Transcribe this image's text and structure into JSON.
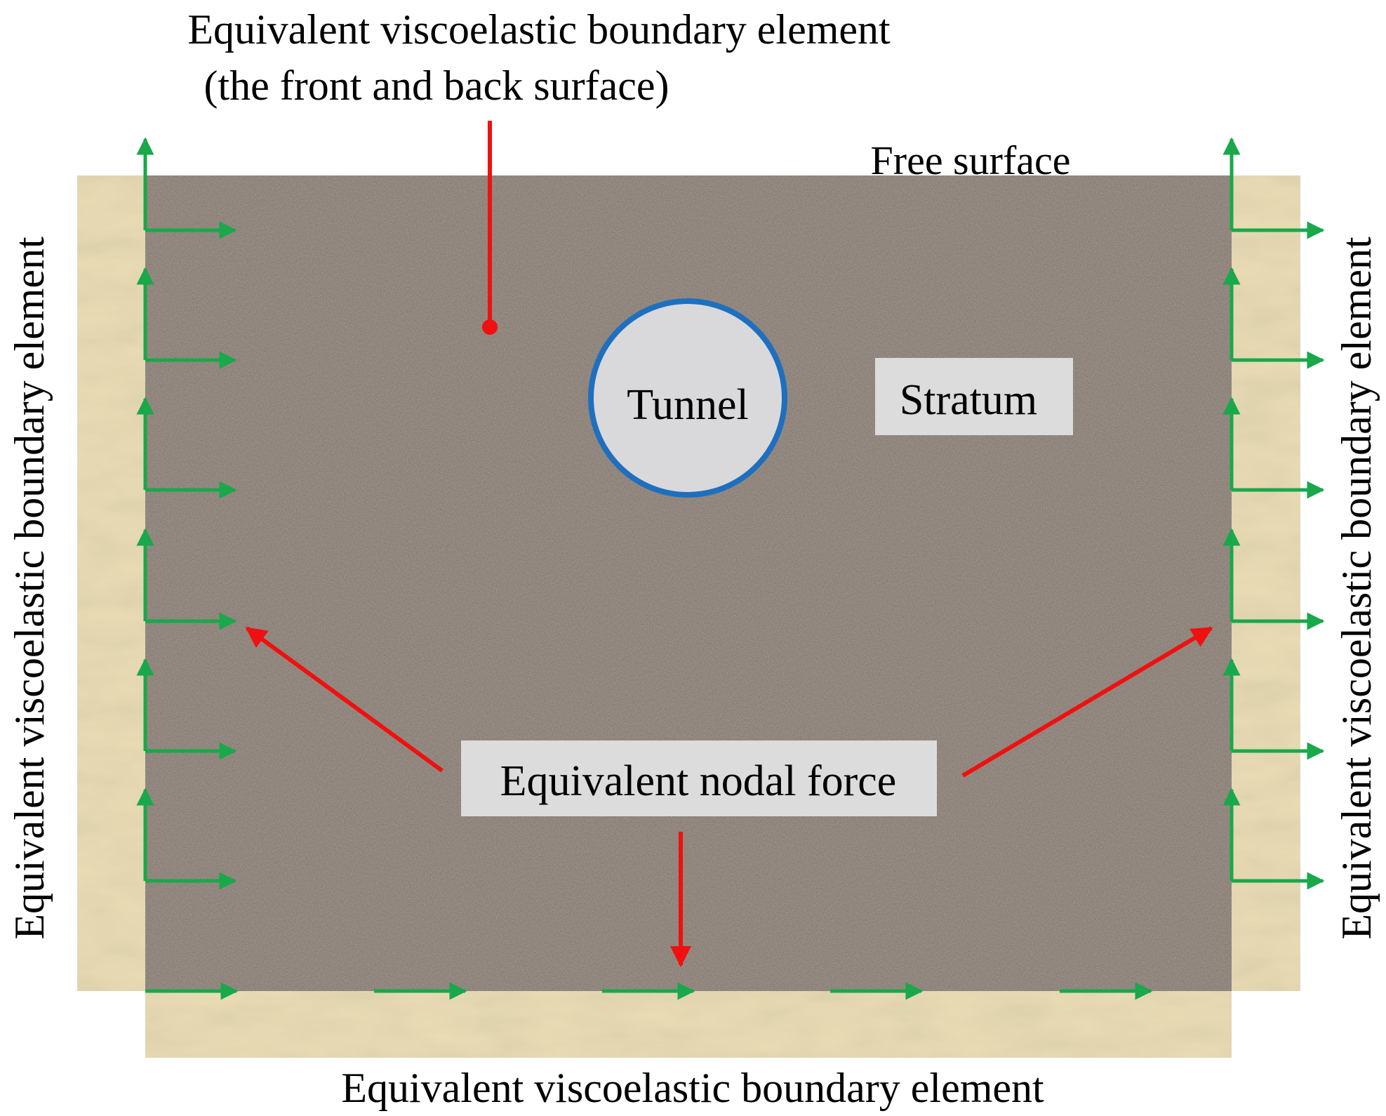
{
  "labels": {
    "top_title_line1": "Equivalent viscoelastic boundary element",
    "top_title_line2": "(the front and back surface)",
    "free_surface": "Free surface",
    "left_boundary": "Equivalent viscoelastic boundary element",
    "right_boundary": "Equivalent viscoelastic boundary element",
    "bottom_boundary": "Equivalent viscoelastic boundary element",
    "tunnel": "Tunnel",
    "stratum": "Stratum",
    "nodal_force": "Equivalent nodal force"
  },
  "colors": {
    "stratum_fill": "#a89c92",
    "boundary_fill": "#ede0b8",
    "tunnel_fill": "#d9d9db",
    "tunnel_stroke": "#1f6fbf",
    "label_box": "#dcdcdc",
    "force_arrow": "#19a84a",
    "pointer_arrow": "#f01010"
  },
  "icons": {
    "force_marker": "green-right-angle-arrow-icon",
    "pointer": "red-arrow-icon"
  }
}
